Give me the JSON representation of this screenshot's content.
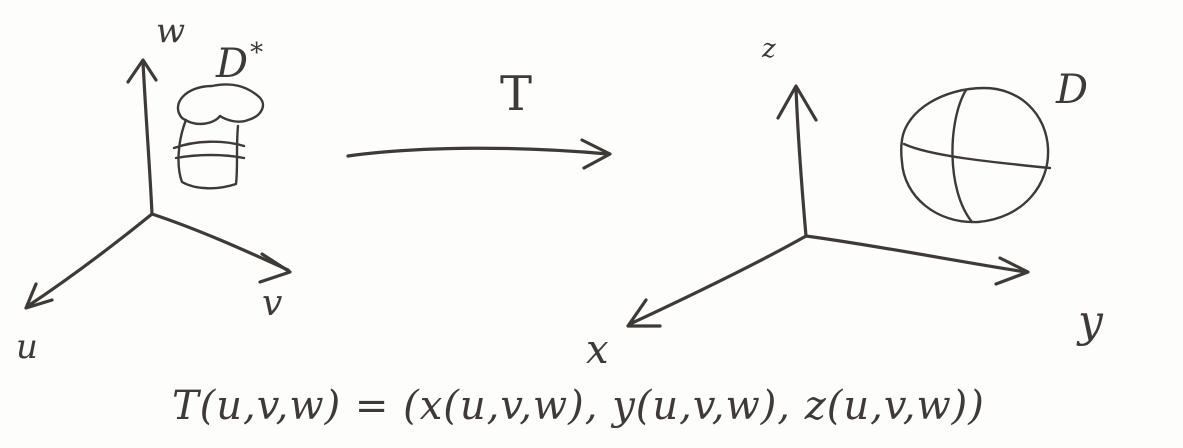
{
  "domain_axes": {
    "u_label": "u",
    "v_label": "v",
    "w_label": "w",
    "region_label": "D",
    "region_superscript": "*"
  },
  "map_label": "T",
  "image_axes": {
    "x_label": "x",
    "y_label": "y",
    "z_label": "z",
    "region_label": "D"
  },
  "formula": "T(u,v,w) = (x(u,v,w), y(u,v,w), z(u,v,w))"
}
